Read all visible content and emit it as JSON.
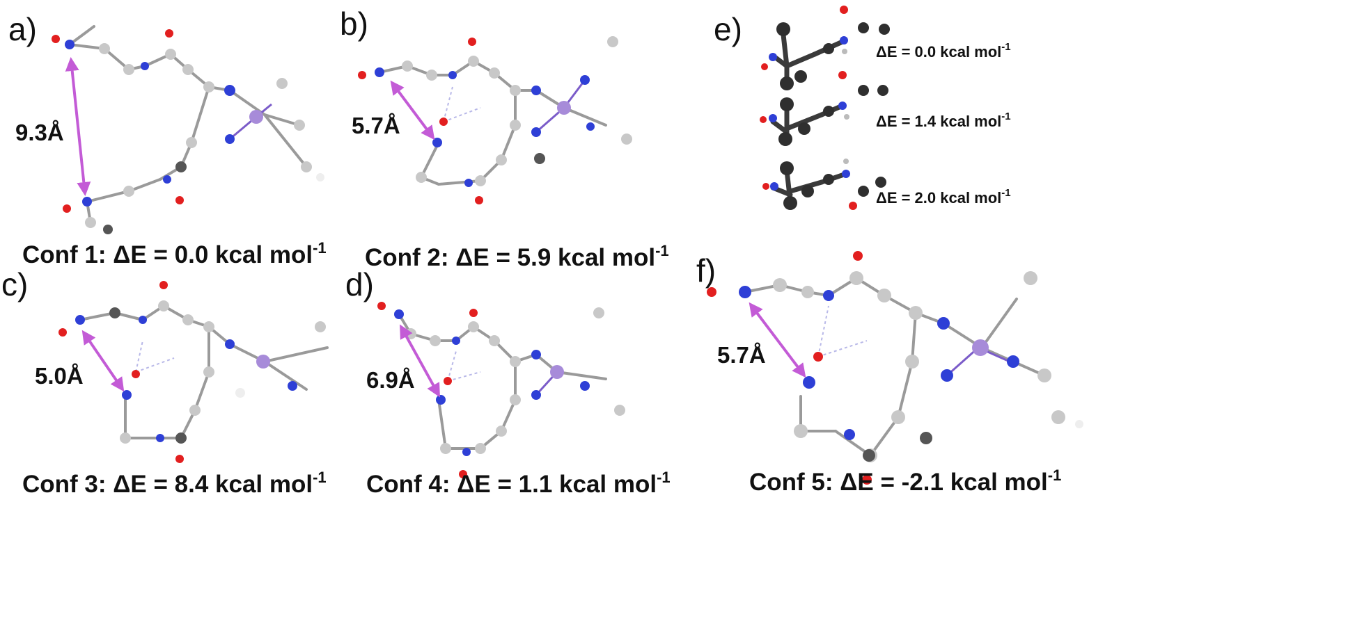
{
  "panels": [
    {
      "letter": "a)",
      "distance": "9.3Å",
      "caption": {
        "prefix": "Conf 1: ",
        "delta": "Δ",
        "body": "E = 0.0 kcal mol",
        "sup": "-1"
      }
    },
    {
      "letter": "b)",
      "distance": "5.7Å",
      "caption": {
        "prefix": "Conf 2: ",
        "delta": "Δ",
        "body": "E = 5.9 kcal mol",
        "sup": "-1"
      }
    },
    {
      "letter": "c)",
      "distance": "5.0Å",
      "caption": {
        "prefix": "Conf 3: ",
        "delta": "Δ",
        "body": "E = 8.4 kcal mol",
        "sup": "-1"
      }
    },
    {
      "letter": "d)",
      "distance": "6.9Å",
      "caption": {
        "prefix": "Conf 4: ",
        "delta": "Δ",
        "body": "E = 1.1 kcal mol",
        "sup": "-1"
      }
    },
    {
      "letter": "f)",
      "distance": "5.7Å",
      "caption": {
        "prefix": "Conf 5: ",
        "delta": "Δ",
        "body": "E = -2.1 kcal mol",
        "sup": "-1"
      }
    }
  ],
  "panel_e": {
    "letter": "e)",
    "energies": [
      {
        "delta": "Δ",
        "body": "E = 0.0 kcal mol",
        "sup": "-1"
      },
      {
        "delta": "Δ",
        "body": "E = 1.4 kcal mol",
        "sup": "-1"
      },
      {
        "delta": "Δ",
        "body": "E = 2.0 kcal mol",
        "sup": "-1"
      }
    ]
  },
  "colors": {
    "carbon": "#c8c8c8",
    "carbon_dark": "#555555",
    "hydrogen": "#eeeeee",
    "nitrogen": "#2e3fd6",
    "oxygen": "#e21f1f",
    "metal": "#a78bd9",
    "distance_arrow": "#c35bd6",
    "ball_dark": "#2f2f2f"
  }
}
